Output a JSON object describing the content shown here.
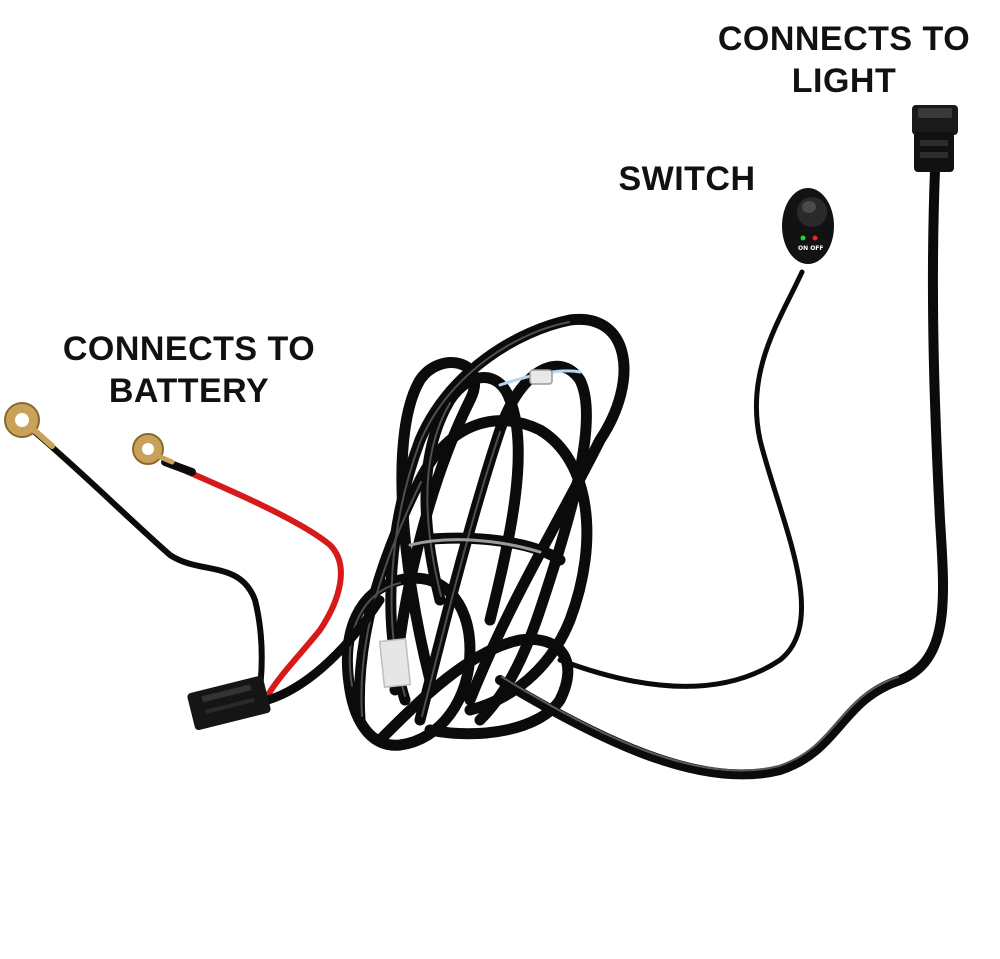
{
  "labels": {
    "light": {
      "line1": "CONNECTS TO",
      "line2": "LIGHT"
    },
    "switch": {
      "line1": "SWITCH"
    },
    "battery": {
      "line1": "CONNECTS TO",
      "line2": "BATTERY"
    }
  },
  "switch_face_text": "ON OFF",
  "colors": {
    "background": "#ffffff",
    "wire_black": "#0b0b0b",
    "wire_highlight": "#5a5a5a",
    "wire_red": "#d61a1a",
    "ring_terminal": "#c9a25a",
    "led_green": "#2ecc40",
    "led_red": "#e8262a"
  }
}
